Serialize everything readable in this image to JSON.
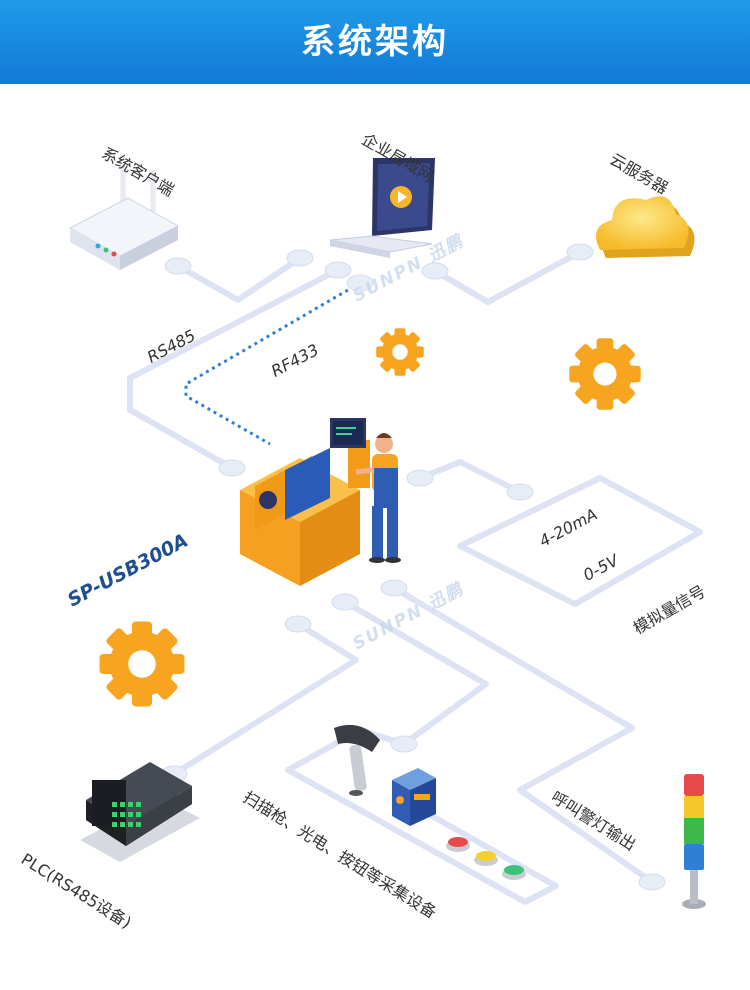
{
  "header": {
    "title": "系统架构"
  },
  "labels": {
    "system_client": "系统客户端",
    "enterprise_lan": "企业局域网",
    "cloud_server": "云服务器",
    "rs485": "RS485",
    "rf433": "RF433",
    "device_model": "SP-USB300A",
    "analog_4_20": "4-20mA",
    "analog_0_5": "0-5V",
    "analog_signal": "模拟量信号",
    "alarm_output": "呼叫警灯输出",
    "collectors": "扫描枪、光电、按钮等采集设备",
    "plc": "PLC(RS485设备)"
  },
  "watermark": "SUNPN 迅鹏",
  "colors": {
    "header": "#1a8ae3",
    "line": "#dde3f4",
    "node": "#e7ecf7",
    "gear": "#f7a521",
    "dotted": "#2f7fd6",
    "cloud": "#f8c83a",
    "machine": "#f7a521"
  },
  "icons": [
    "router-icon",
    "laptop-icon",
    "cloud-icon",
    "gear-icon",
    "machine-icon",
    "worker-icon",
    "plc-icon",
    "scanner-icon",
    "sensor-icon",
    "button-icon",
    "tower-light-icon"
  ]
}
